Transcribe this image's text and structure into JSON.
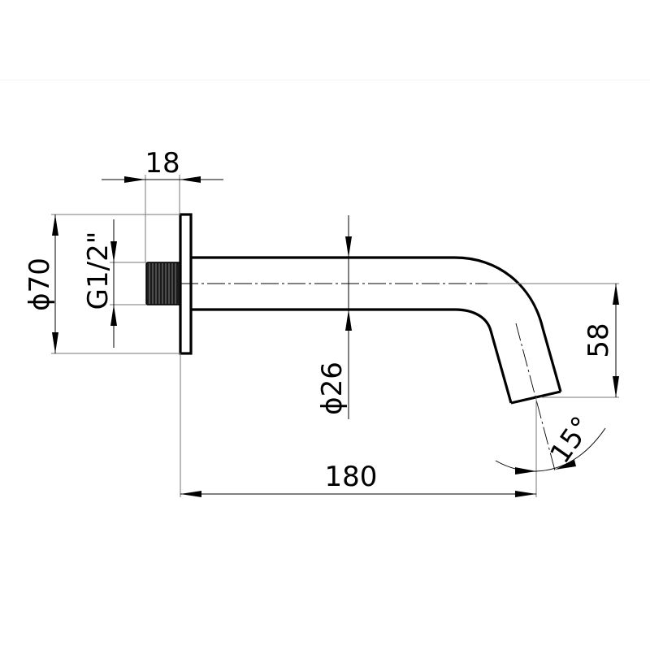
{
  "drawing": {
    "title": "Wall-mounted spout technical drawing",
    "colors": {
      "line": "#000000",
      "extension": "#777777",
      "background": "#ffffff"
    },
    "dimensions": {
      "thread_length": {
        "label": "18"
      },
      "flange_diameter": {
        "label": "ϕ70"
      },
      "thread_size": {
        "label": "G1/2\""
      },
      "pipe_diameter": {
        "label": "ϕ26"
      },
      "drop_height": {
        "label": "58"
      },
      "projection": {
        "label": "180"
      },
      "outlet_angle": {
        "label": "15°"
      }
    }
  }
}
